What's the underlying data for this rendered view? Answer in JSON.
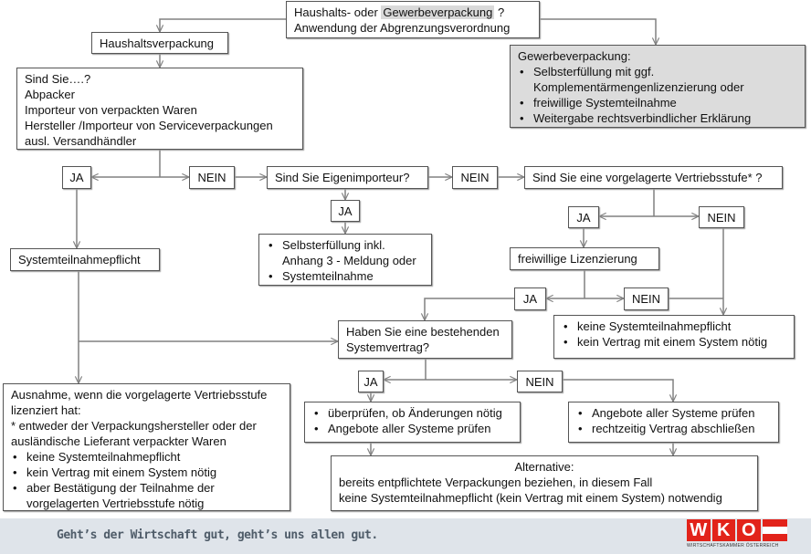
{
  "top_question": {
    "line1_pre": "Haushalts- oder ",
    "line1_highlight": "Gewerbeverpackung",
    "line1_post": " ?",
    "line2": "Anwendung der Abgrenzungsverordnung"
  },
  "haushalt": "Haushaltsverpackung",
  "gewerbe": {
    "title": "Gewerbeverpackung:",
    "items": [
      "Selbsterfüllung mit ggf. Komplementärmengenlizenzierung oder",
      "freiwillige Systemteilnahme",
      "Weitergabe rechtsverbindlicher Erklärung"
    ]
  },
  "sind_sie": {
    "lines": [
      "Sind Sie….?",
      "Abpacker",
      "Importeur von verpackten Waren",
      "Hersteller /Importeur von Serviceverpackungen",
      "ausl. Versandhändler"
    ]
  },
  "ja": "JA",
  "nein": "NEIN",
  "eigenimporteur": "Sind Sie Eigenimporteur?",
  "vorgelagert": "Sind Sie eine vorgelagerte Vertriebsstufe* ?",
  "selbst": {
    "items": [
      "Selbsterfüllung inkl. Anhang 3 - Meldung oder",
      "Systemteilnahme"
    ]
  },
  "systempflicht": "Systemteilnahmepflicht",
  "freiwillig": "freiwillige Lizenzierung",
  "haben_sie": "Haben Sie eine bestehenden Systemvertrag?",
  "keine_pflicht": {
    "items": [
      "keine Systemteilnahmepflicht",
      "kein Vertrag mit einem System nötig"
    ]
  },
  "ausnahme": {
    "lines": [
      "Ausnahme, wenn die vorgelagerte Vertriebsstufe lizenziert hat:",
      "* entweder der Verpackungshersteller oder der ausländische Lieferant verpackter Waren"
    ],
    "items": [
      "keine Systemteilnahmepflicht",
      "kein Vertrag mit einem System nötig",
      "aber Bestätigung der Teilnahme der vorgelagerten Vertriebsstufe nötig"
    ]
  },
  "pruefen": {
    "items": [
      "überprüfen, ob Änderungen nötig",
      "Angebote aller Systeme prüfen"
    ]
  },
  "angebote": {
    "items": [
      "Angebote aller Systeme prüfen",
      "rechtzeitig Vertrag abschließen"
    ]
  },
  "alternative": {
    "title": "Alternative:",
    "lines": [
      "bereits entpflichtete Verpackungen beziehen, in diesem Fall",
      "keine Systemteilnahmepflicht (kein Vertrag mit einem System) notwendig"
    ]
  },
  "footer": {
    "slogan": "Geht’s der Wirtschaft gut, geht’s uns allen gut.",
    "logo_letters": [
      "W",
      "K",
      "O"
    ],
    "logo_sub": "WIRTSCHAFTSKAMMER ÖSTERREICH"
  },
  "colors": {
    "line": "#808080",
    "brand_red": "#e2231a",
    "footer_bg": "#dfe4ea",
    "gray_box": "#dcdcdc"
  }
}
